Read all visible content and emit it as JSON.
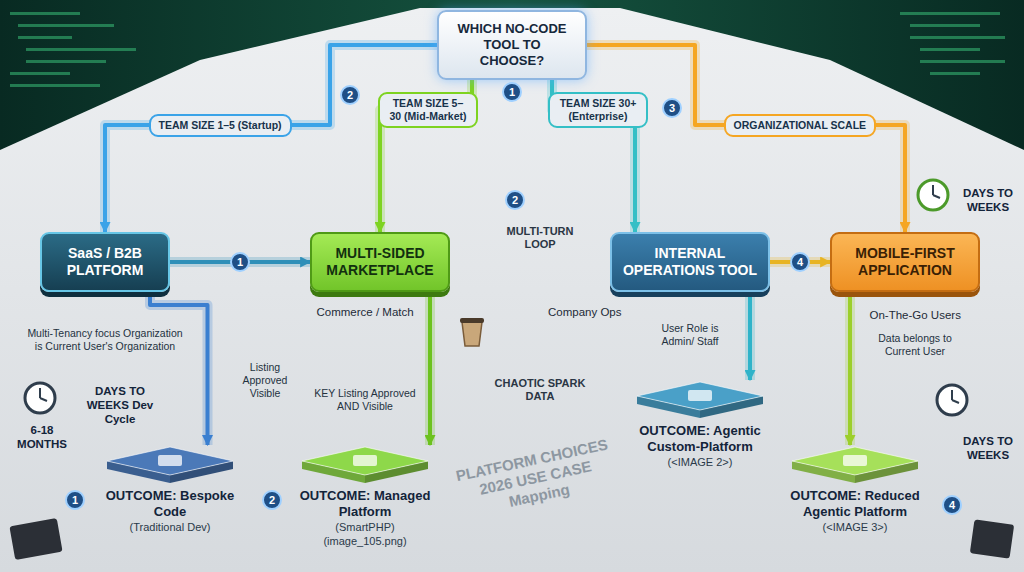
{
  "diagram": {
    "nodes": [
      {
        "text": [
          "WHICH NO-CODE TOOL TO CHOOSE?"
        ]
      },
      {
        "text": [
          "SaaS / B2B PLATFORM"
        ]
      },
      {
        "text": [
          "MULTI-SIDED MARKETPLACE"
        ]
      },
      {
        "text": [
          "INTERNAL OPERATIONS TOOL"
        ]
      },
      {
        "text": [
          "MOBILE-FIRST APPLICATION"
        ]
      },
      {
        "text": [
          "OUTCOME: Bespoke Code",
          "(Traditional Dev)"
        ]
      },
      {
        "text": [
          "OUTCOME: Managed Platform",
          "(SmartPHP)",
          "(image_105.png)"
        ]
      },
      {
        "text": [
          "OUTCOME: Agentic Custom-Platform",
          "(<IMAGE 2>)"
        ]
      },
      {
        "text": [
          "OUTCOME: Reduced Agentic Platform",
          "(<IMAGE 3>)"
        ]
      }
    ],
    "edges": [
      {
        "from": 0,
        "to": 1,
        "arrow": "to",
        "label": "TEAM SIZE 1–5 (Startup)"
      },
      {
        "from": 0,
        "to": 2,
        "arrow": "to",
        "label": "TEAM SIZE 5–30 (Mid-Market)"
      },
      {
        "from": 0,
        "to": 3,
        "arrow": "to",
        "label": "TEAM SIZE 30+ (Enterprise)"
      },
      {
        "from": 0,
        "to": 4,
        "arrow": "to",
        "label": "ORGANIZATIONAL SCALE"
      },
      {
        "from": 1,
        "to": 2,
        "arrow": "to",
        "label": "1"
      },
      {
        "from": 3,
        "to": 4,
        "arrow": "to",
        "label": "4"
      },
      {
        "from": 1,
        "to": 5,
        "arrow": "to"
      },
      {
        "from": 2,
        "to": 6,
        "arrow": "to"
      },
      {
        "from": 3,
        "to": 7,
        "arrow": "to"
      },
      {
        "from": 4,
        "to": 8,
        "arrow": "to"
      }
    ],
    "labels": [
      "1",
      "2",
      "3",
      "MULTI-TURN LOOP",
      "2",
      "Commerce / Match",
      "Company Ops",
      "Multi-Tenancy focus Organization is Current User's Organization",
      "Listing Approved Visible",
      "User Role is Admin/ Staff",
      "On-The-Go Users",
      "Data belongs to Current User",
      "6-18 MONTHS",
      "DAYS TO WEEKS Dev Cycle",
      "DAYS TO WEEKS",
      "DAYS TO WEEKS",
      "CHAOTIC SPARK DATA",
      "KEY Listing Approved AND Visible",
      "PLATFORM CHOICES 2026 USE CASE Mapping",
      "1",
      "2",
      "4"
    ]
  }
}
